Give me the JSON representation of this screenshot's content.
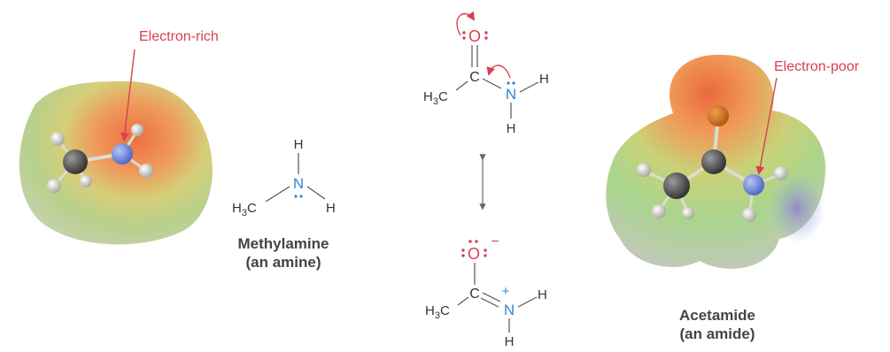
{
  "labels": {
    "electron_rich": "Electron-rich",
    "electron_poor": "Electron-poor"
  },
  "methylamine": {
    "name": "Methylamine",
    "subtitle": "(an amine)",
    "h3c": "H3C",
    "n": "N",
    "h_top": "H",
    "h_right": "H"
  },
  "acetamide": {
    "name": "Acetamide",
    "subtitle": "(an amide)"
  },
  "resonance_top": {
    "o": "O",
    "c": "C",
    "n": "N",
    "h3c": "H3C",
    "h_right": "H",
    "h_bottom": "H"
  },
  "resonance_bottom": {
    "o": "O",
    "o_charge": "−",
    "c": "C",
    "n": "N",
    "n_charge": "+",
    "h3c": "H3C",
    "h_right": "H",
    "h_bottom": "H"
  },
  "colors": {
    "label_red": "#d9404f",
    "nitrogen_blue": "#2e86d6",
    "lone_pair_red": "#d9404f",
    "bond_gray": "#555555",
    "caption_gray": "#444444"
  }
}
